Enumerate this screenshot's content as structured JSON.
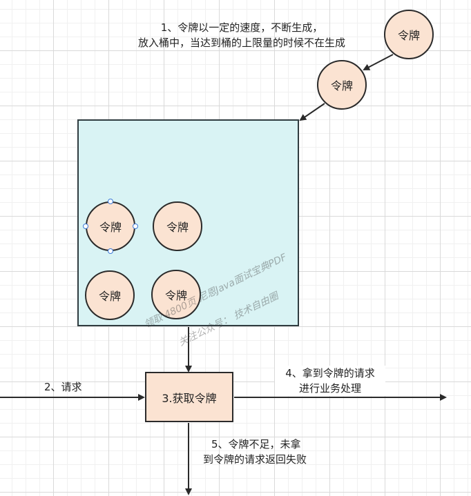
{
  "diagram": {
    "tokens": {
      "falling_top": "令牌",
      "falling_middle": "令牌",
      "in_bucket_1": "令牌",
      "in_bucket_2": "令牌",
      "in_bucket_3": "令牌",
      "in_bucket_4": "令牌"
    },
    "annotation_generate": {
      "line1": "1、令牌以一定的速度，不断生成，",
      "line2": "放入桶中，当达到桶的上限量的时候不在生成"
    },
    "request_label": "2、请求",
    "acquire_step": "3.获取令牌",
    "success_label": {
      "line1": "4、拿到令牌的请求",
      "line2": "进行业务处理"
    },
    "fail_label": {
      "line1": "5、令牌不足，未拿",
      "line2": "到令牌的请求返回失败"
    },
    "watermark": {
      "line1": "领取 4800页 尼恩Java面试宝典PDF",
      "line2": "关注公众号：  技术自由圈"
    }
  },
  "colors": {
    "bucket_fill": "#d9f3f4",
    "token_fill": "#fbe3d2",
    "stroke": "#2a2a2a",
    "selection_handle": "#3a78d8"
  }
}
